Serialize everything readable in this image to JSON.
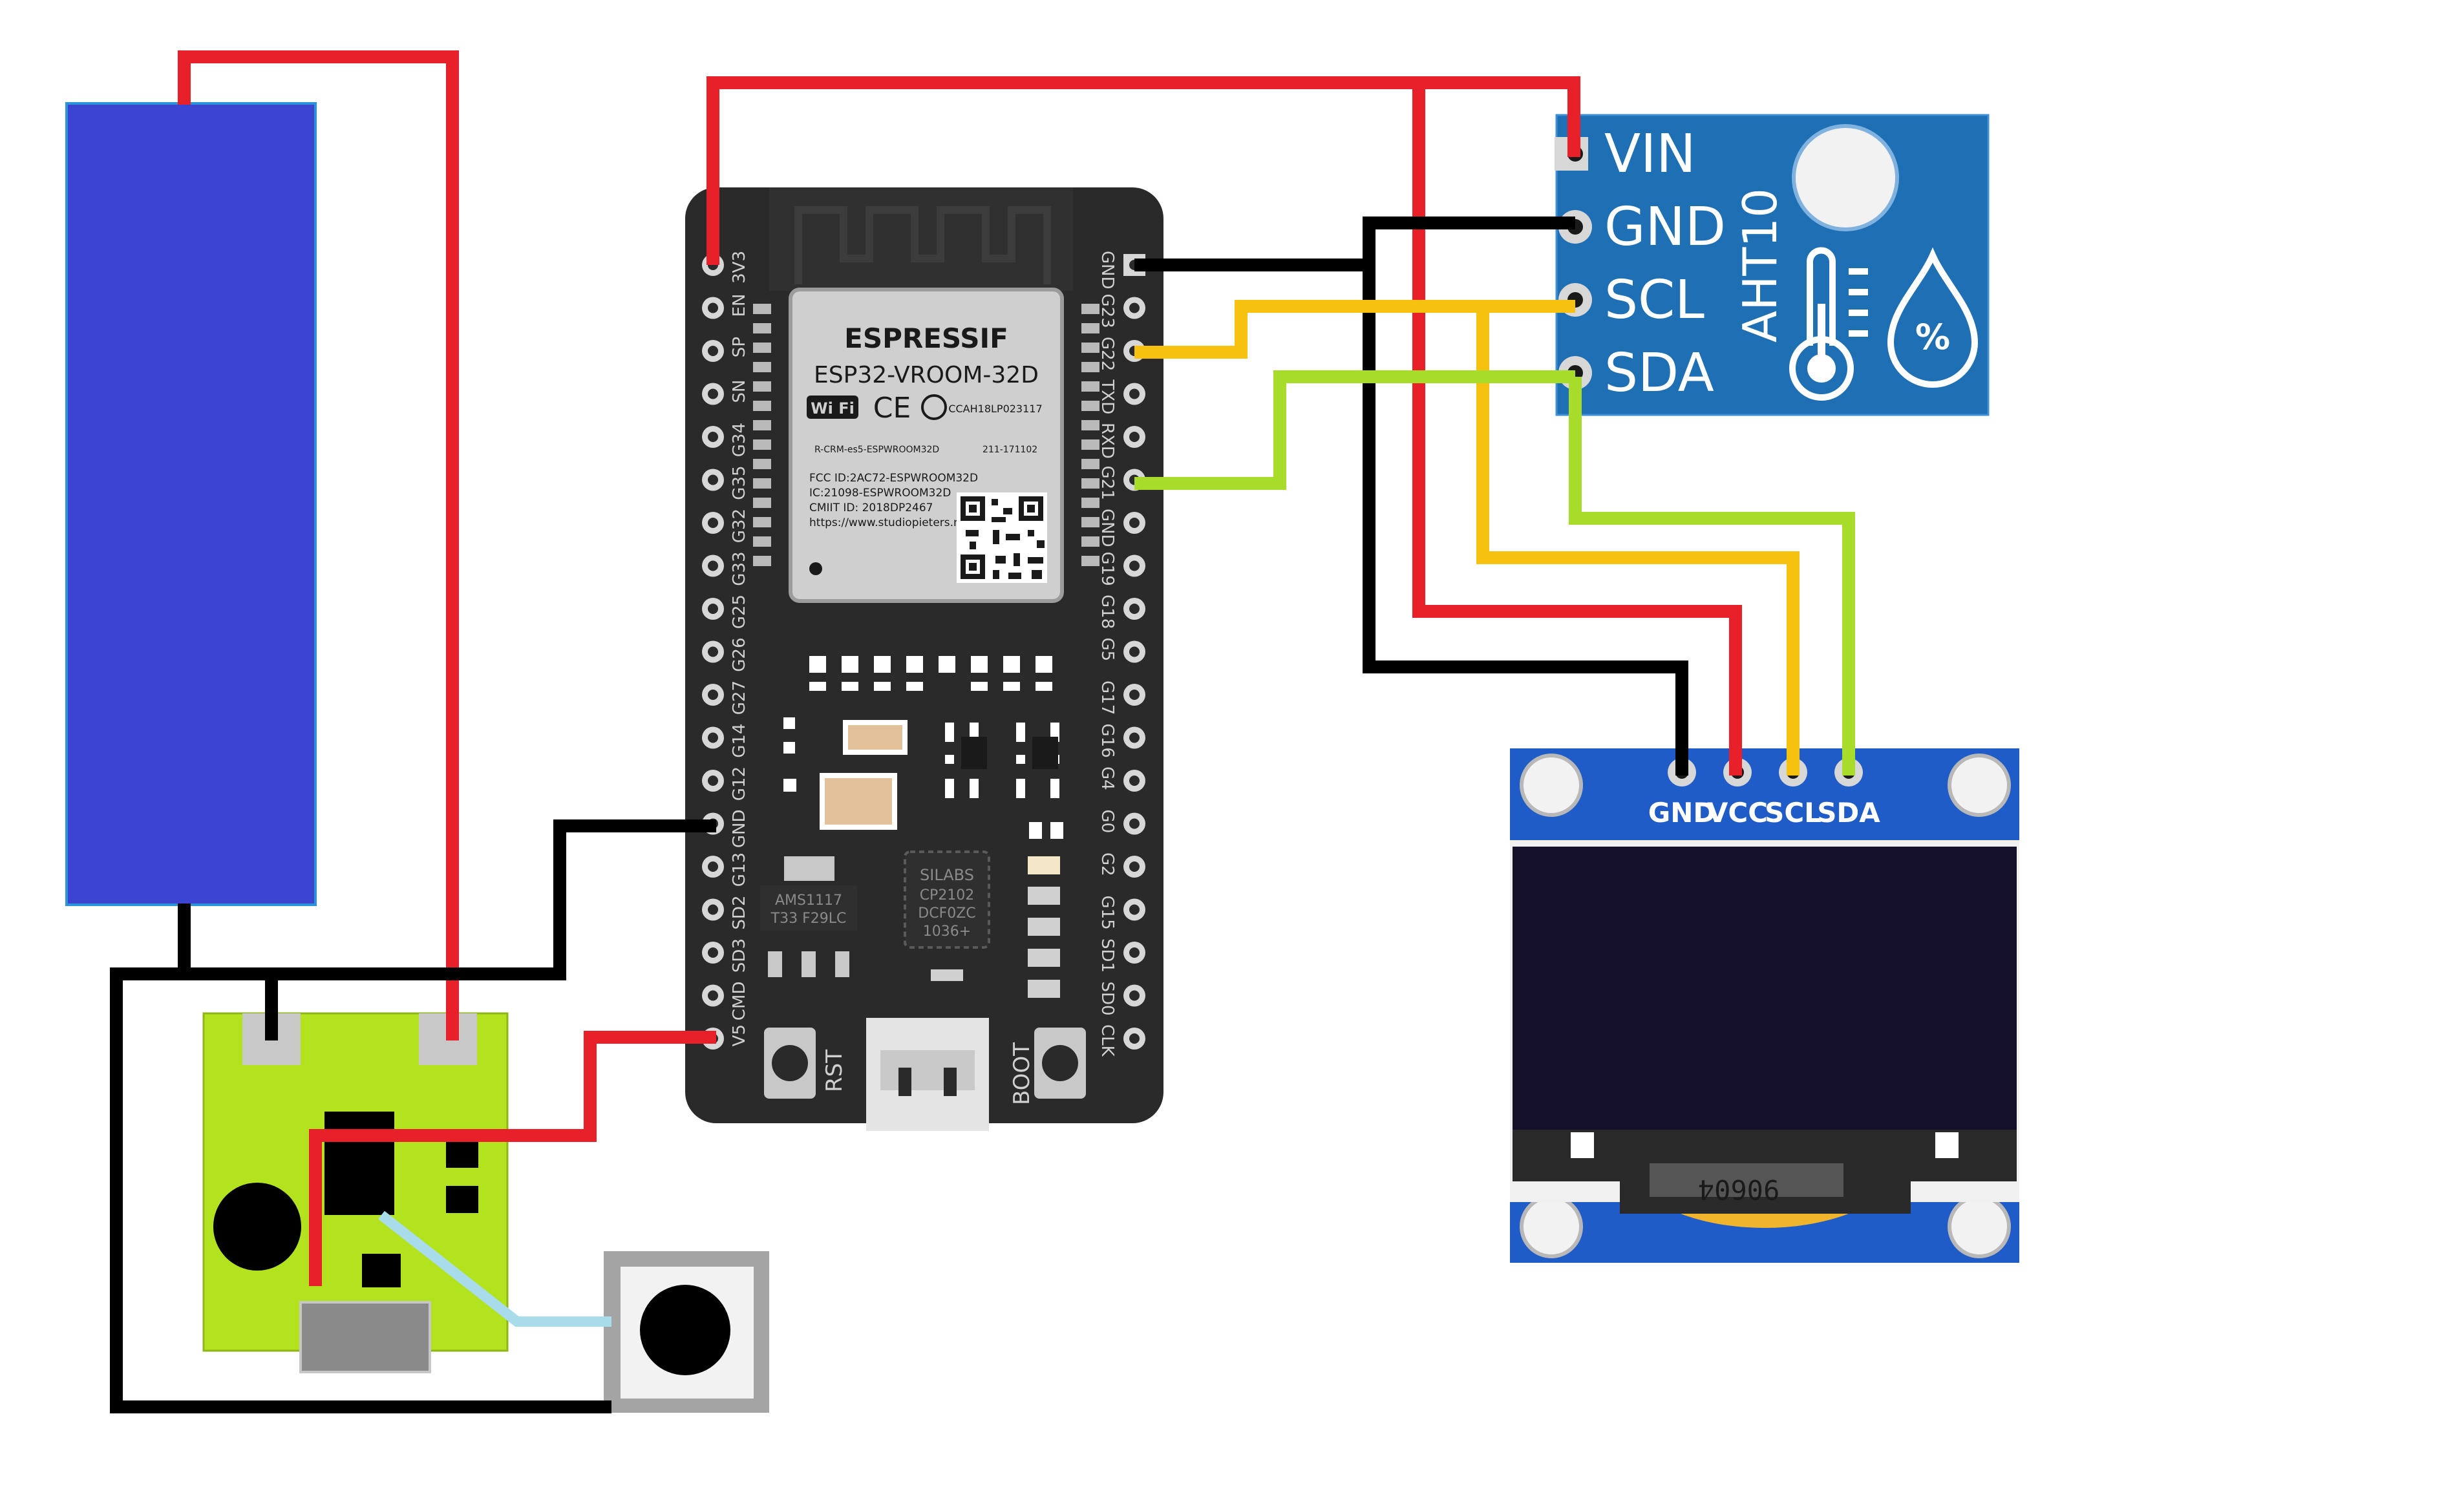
{
  "esp32": {
    "module_brand": "ESPRESSIF",
    "module_model": "ESP32-VROOM-32D",
    "wifi_mark": "Wi Fi",
    "ce_mark": "CE",
    "cert_code": "CCAH18LP023117",
    "kc_code": "R-CRM-es5-ESPWROOM32D",
    "kc_code2": "211-171102",
    "fcc_id": "FCC ID:2AC72-ESPWROOM32D",
    "ic_id": "IC:21098-ESPWROOM32D",
    "cmiit_id": "CMIIT ID: 2018DP2467",
    "url": "https://www.studiopieters.nl",
    "regulator_line1": "AMS1117",
    "regulator_line2": "T33 F29LC",
    "usb_chip_line1": "SILABS",
    "usb_chip_line2": "CP2102",
    "usb_chip_line3": "DCF0ZC",
    "usb_chip_line4": "1036+",
    "rst_label": "RST",
    "boot_label": "BOOT",
    "left_pins": [
      "3V3",
      "EN",
      "SP",
      "SN",
      "G34",
      "G35",
      "G32",
      "G33",
      "G25",
      "G26",
      "G27",
      "G14",
      "G12",
      "GND",
      "G13",
      "SD2",
      "SD3",
      "CMD",
      "V5"
    ],
    "right_pins": [
      "GND",
      "G23",
      "G22",
      "TXD",
      "RXD",
      "G21",
      "GND",
      "G19",
      "G18",
      "G5",
      "G17",
      "G16",
      "G4",
      "G0",
      "G2",
      "G15",
      "SD1",
      "SD0",
      "CLK"
    ]
  },
  "aht10": {
    "title": "AHT10",
    "pins": [
      "VIN",
      "GND",
      "SCL",
      "SDA"
    ],
    "humidity_symbol": "%"
  },
  "oled": {
    "pins": [
      "GND",
      "VCC",
      "SCL",
      "SDA"
    ],
    "ribbon_code": "90604"
  },
  "colors": {
    "wire_power": "#e8202a",
    "wire_ground": "#000000",
    "wire_scl": "#f7c10f",
    "wire_sda": "#a8dc2b",
    "wire_switch": "#a9dcea",
    "battery": "#3b45d1",
    "charger_board": "#b3e21f",
    "esp_board": "#2a2a2a",
    "sensor_board": "#1f6fb5",
    "oled_board": "#1f5cc8",
    "oled_screen": "#14102a"
  }
}
